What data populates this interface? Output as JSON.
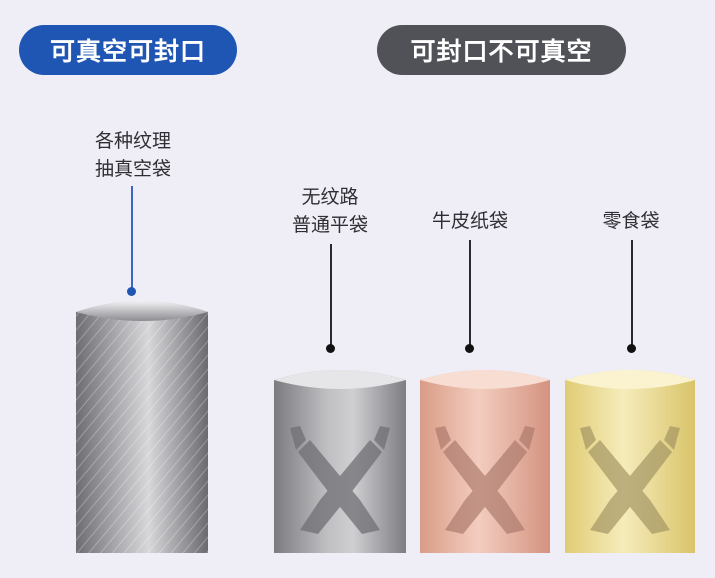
{
  "headers": {
    "left": "可真空可封口",
    "right": "可封口不可真空"
  },
  "bags": [
    {
      "id": "textured",
      "lines": [
        "各种纹理",
        "抽真空袋"
      ],
      "color": "#8d8d92"
    },
    {
      "id": "plain",
      "lines": [
        "无纹路",
        "普通平袋"
      ],
      "color": "#9a9a9e"
    },
    {
      "id": "kraft",
      "lines": [
        "牛皮纸袋"
      ],
      "color": "#e9b9a9"
    },
    {
      "id": "snack",
      "lines": [
        "零食袋"
      ],
      "color": "#efe1a3"
    }
  ],
  "icons": {
    "no_vacuum": "crossed-arms-icon"
  }
}
